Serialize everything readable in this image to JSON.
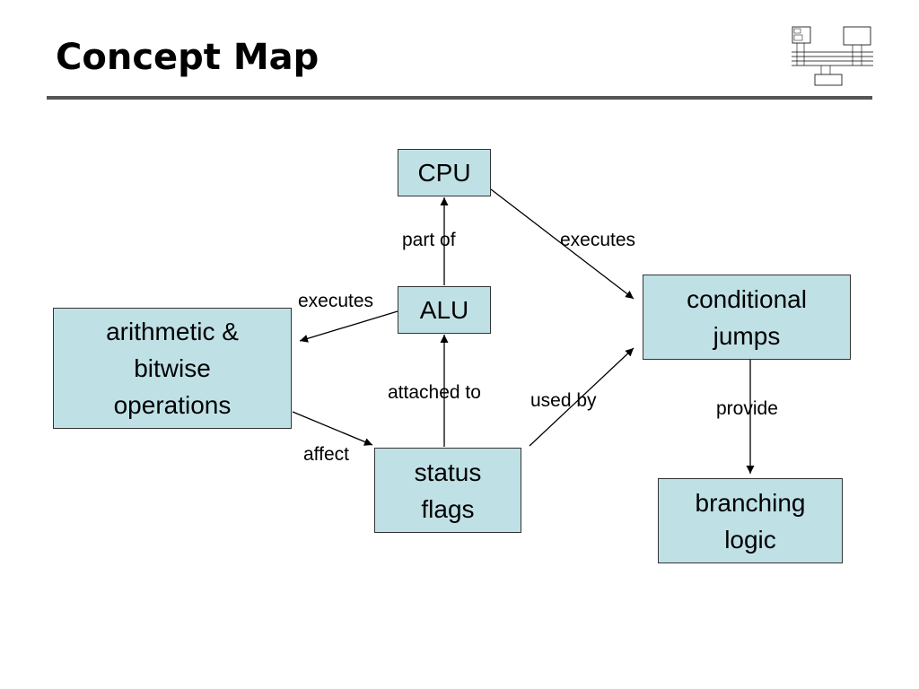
{
  "slide": {
    "title": "Concept Map"
  },
  "colors": {
    "node_fill": "#bfe1e6",
    "node_border": "#333333",
    "rule": "#555555",
    "arrow": "#000000"
  },
  "icons": {
    "thumbnail": "computer-architecture-diagram-thumbnail"
  },
  "nodes": {
    "cpu": "CPU",
    "alu": "ALU",
    "arithmetic": "arithmetic &\nbitwise\noperations",
    "status_flags": "status\nflags",
    "conditional_jumps": "conditional\njumps",
    "branching_logic": "branching\nlogic"
  },
  "edges": [
    {
      "from": "alu",
      "to": "cpu",
      "label": "part of"
    },
    {
      "from": "cpu",
      "to": "conditional_jumps",
      "label": "executes"
    },
    {
      "from": "alu",
      "to": "arithmetic",
      "label": "executes"
    },
    {
      "from": "status_flags",
      "to": "alu",
      "label": "attached to"
    },
    {
      "from": "status_flags",
      "to": "conditional_jumps",
      "label": "used by"
    },
    {
      "from": "conditional_jumps",
      "to": "branching_logic",
      "label": "provide"
    },
    {
      "from": "arithmetic",
      "to": "status_flags",
      "label": "affect"
    }
  ]
}
